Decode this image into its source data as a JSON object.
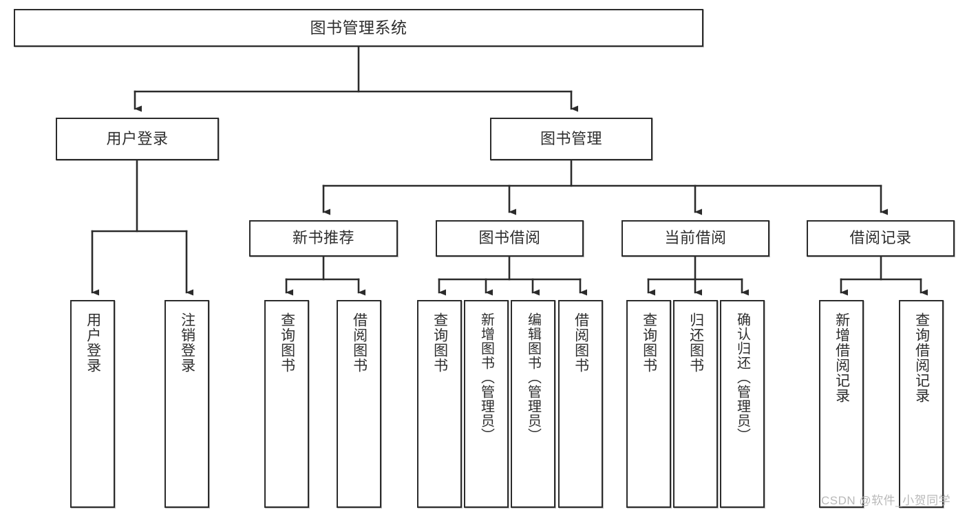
{
  "diagram": {
    "title": "图书管理系统",
    "watermark": "CSDN @软件_小贺同学",
    "line_color": "#2b2b2b",
    "box_fill": "#ffffff",
    "text_color": "#2e2e2e",
    "background": "#ffffff",
    "levels": {
      "root": "图书管理系统",
      "level2": [
        "用户登录",
        "图书管理"
      ],
      "level3": [
        "新书推荐",
        "图书借阅",
        "当前借阅",
        "借阅记录"
      ]
    },
    "nodes": {
      "root": {
        "label": "图书管理系统"
      },
      "user_login": {
        "label": "用户登录"
      },
      "book_manage": {
        "label": "图书管理"
      },
      "new_book_rec": {
        "label": "新书推荐"
      },
      "book_borrow": {
        "label": "图书借阅"
      },
      "current_borrow": {
        "label": "当前借阅"
      },
      "borrow_record": {
        "label": "借阅记录"
      },
      "leaf_user_login": {
        "label": "用户登录"
      },
      "leaf_user_logout": {
        "label": "注销登录"
      },
      "leaf_rec_query": {
        "label": "查询图书"
      },
      "leaf_rec_borrow": {
        "label": "借阅图书"
      },
      "leaf_borrow_query": {
        "label": "查询图书"
      },
      "leaf_borrow_add": {
        "label": "新增图书（管理员）"
      },
      "leaf_borrow_edit": {
        "label": "编辑图书（管理员）"
      },
      "leaf_borrow_lend": {
        "label": "借阅图书"
      },
      "leaf_cur_query": {
        "label": "查询图书"
      },
      "leaf_cur_return": {
        "label": "归还图书"
      },
      "leaf_cur_confirm": {
        "label": "确认归还（管理员）"
      },
      "leaf_rec_add": {
        "label": "新增借阅记录"
      },
      "leaf_rec_search": {
        "label": "查询借阅记录"
      }
    }
  }
}
